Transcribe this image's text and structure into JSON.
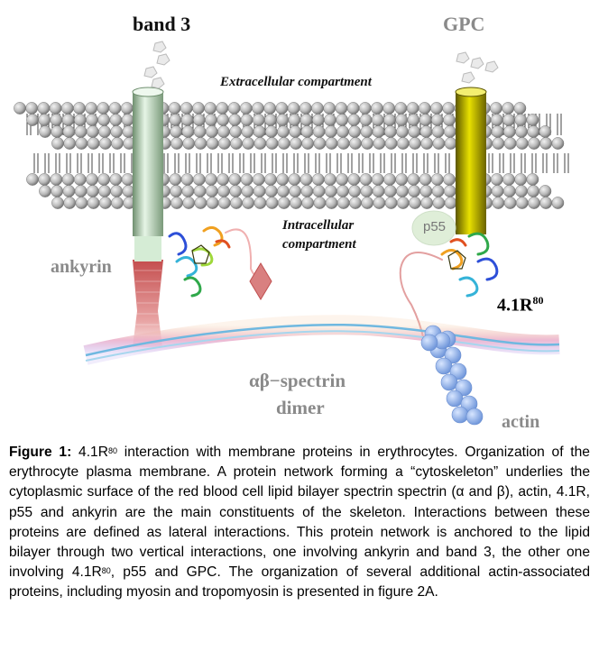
{
  "figure": {
    "labels": {
      "band3": "band 3",
      "gpc": "GPC",
      "extracellular": "Extracellular compartment",
      "intracellular_line1": "Intracellular",
      "intracellular_line2": "compartment",
      "ankyrin": "ankyrin",
      "p55": "p55",
      "protein41r_base": "4.1R",
      "protein41r_sup": "80",
      "spectrin_line1": "αβ−spectrin",
      "spectrin_line2": "dimer",
      "actin": "actin"
    },
    "colors": {
      "lipid_head": "#b5b5b5",
      "band3_channel": "#cfe8cf",
      "gpc_channel": "#d4c400",
      "ankyrin_body": "#c9595a",
      "spectrin": "#7fbfe0",
      "actin": "#8fb4ea",
      "p55": "#dff0d8"
    }
  },
  "caption": {
    "figure_label": "Figure 1:",
    "seg1": " 4.1R",
    "sup1": "80",
    "seg2": " interaction with membrane proteins in erythrocytes. Organization of the erythrocyte plasma membrane. A protein network forming a “cytoskeleton” underlies the cytoplasmic surface of the red blood cell lipid bilayer spectrin spectrin (α and β), actin, 4.1R, p55 and ankyrin are the main constituents of the skeleton. Interactions between these proteins are defined as lateral interactions. This protein network is anchored to the lipid bilayer through two vertical interactions, one involving ankyrin and band 3, the other one involving 4.1R",
    "sup2": "80",
    "seg3": ", p55 and GPC. The organization of several additional actin-associated proteins, including myosin and tropomyosin is presented in figure 2A."
  }
}
